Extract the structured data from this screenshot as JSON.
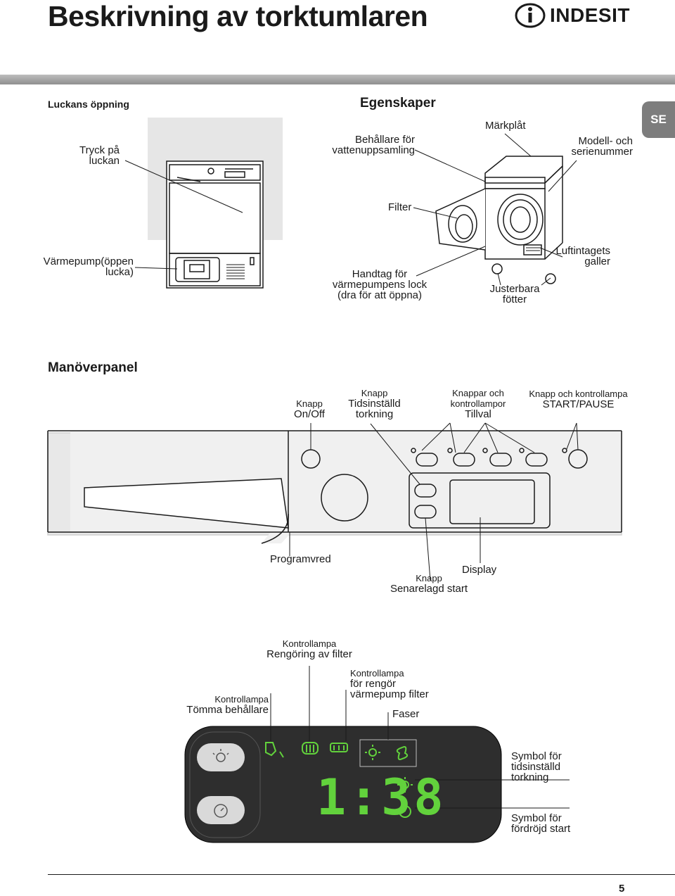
{
  "page": {
    "title": "Beskrivning av torktumlaren",
    "brand": "INDESIT",
    "language_tab": "SE",
    "page_number": "5"
  },
  "door": {
    "heading": "Luckans öppning",
    "push_label_1": "Tryck på",
    "push_label_2": "luckan",
    "heatpump_label_1": "Värmepump(öppen",
    "heatpump_label_2": "lucka)"
  },
  "features": {
    "heading": "Egenskaper",
    "water_container_1": "Behållare för",
    "water_container_2": "vattenuppsamling",
    "plate": "Märkplåt",
    "model_1": "Modell- och",
    "model_2": "serienummer",
    "filter": "Filter",
    "handle_1": "Handtag för",
    "handle_2": "värmepumpens lock",
    "handle_3": "(dra för att öppna)",
    "feet_1": "Justerbara",
    "feet_2": "fötter",
    "grille_1": "Luftintagets",
    "grille_2": "galler"
  },
  "control_panel": {
    "heading": "Manöverpanel",
    "onoff_small": "Knapp",
    "onoff": "On/Off",
    "timed_small": "Knapp",
    "timed_1": "Tidsinställd",
    "timed_2": "torkning",
    "options_small_1": "Knappar och",
    "options_small_2": "kontrollampor",
    "options": "Tillval",
    "start_small": "Knapp och kontrollampa",
    "start": "START/PAUSE",
    "program_knob": "Programvred",
    "display": "Display",
    "delay_small": "Knapp",
    "delay": "Senarelagd start"
  },
  "display_panel": {
    "clean_filter_small": "Kontrollampa",
    "clean_filter": "Rengöring av filter",
    "heatpump_filter_small": "Kontrollampa",
    "heatpump_filter_1": "för rengör",
    "heatpump_filter_2": "värmepump filter",
    "empty_small": "Kontrollampa",
    "empty": "Tömma behållare",
    "phases": "Faser",
    "digits": "1:38",
    "timed_symbol_1": "Symbol för",
    "timed_symbol_2": "tidsinställd",
    "timed_symbol_3": "torkning",
    "delay_symbol_1": "Symbol för",
    "delay_symbol_2": "fördröjd start"
  },
  "colors": {
    "display_green": "#62d23c",
    "panel_dark": "#2e2e2e",
    "tab_gray": "#7d7d7d"
  }
}
